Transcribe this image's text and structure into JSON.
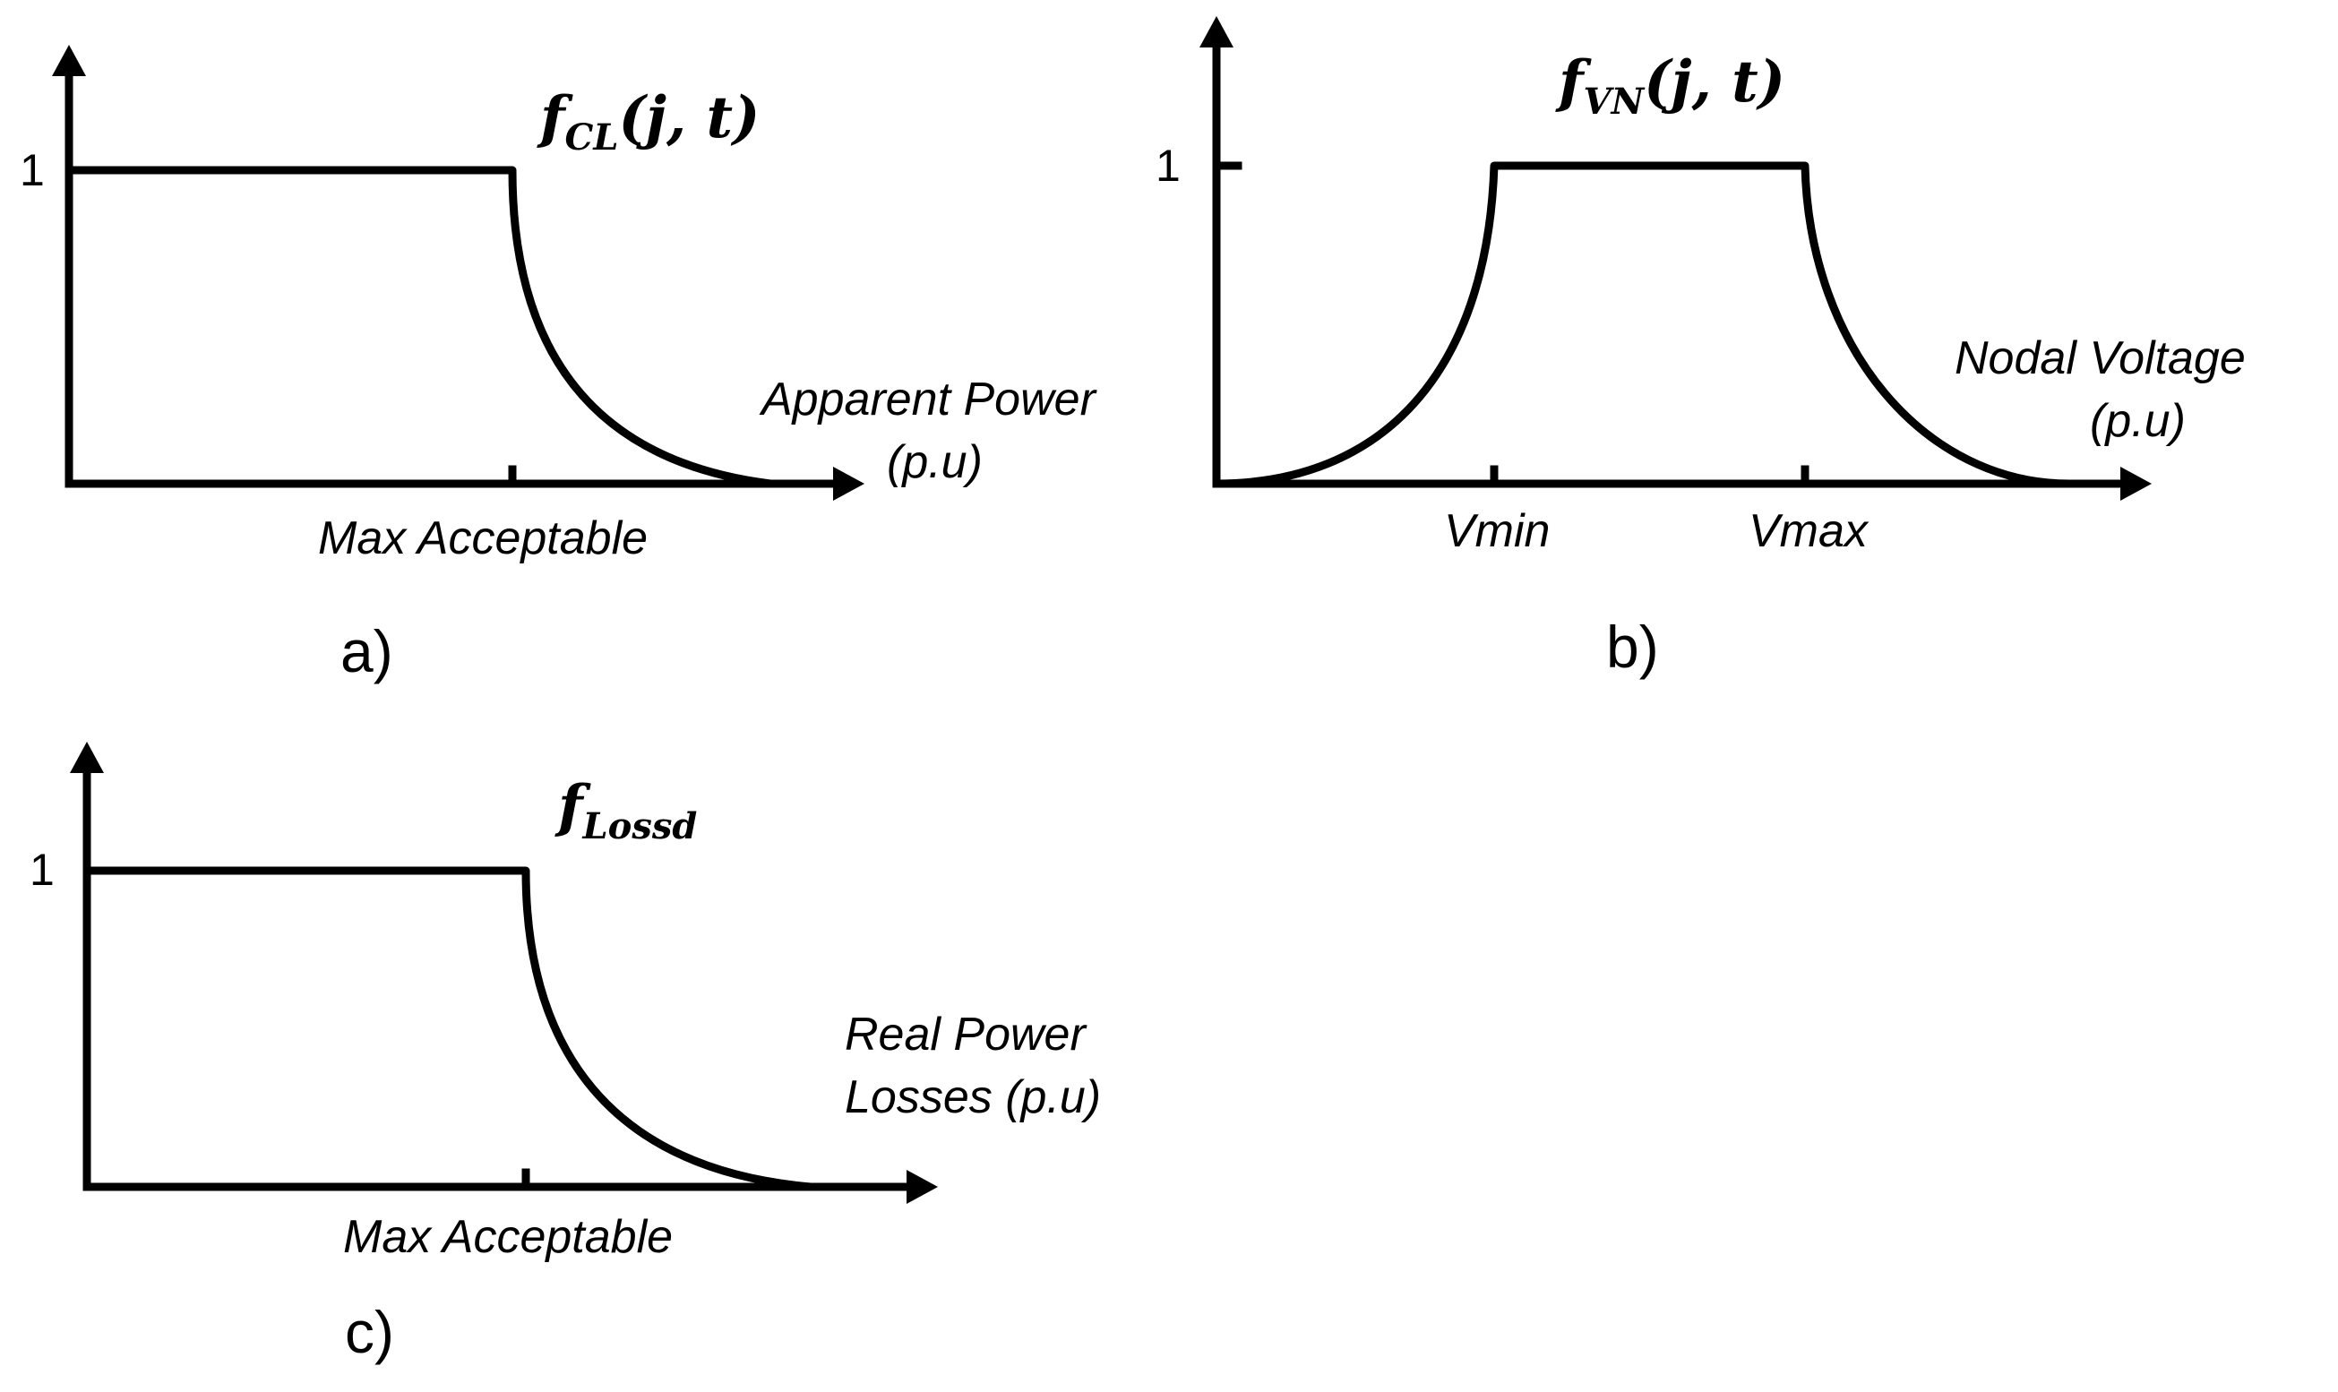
{
  "panels": {
    "a": {
      "tag": "a)",
      "func": {
        "name": "f",
        "sub": "CL",
        "args": "(j, t)"
      },
      "y_tick": "1",
      "x_label_line1": "Apparent Power",
      "x_label_line2": "(p.u)",
      "x_tick": "Max Acceptable"
    },
    "b": {
      "tag": "b)",
      "func": {
        "name": "f",
        "sub": "VN",
        "args": "(j, t)"
      },
      "y_tick": "1",
      "x_label_line1": "Nodal Voltage",
      "x_label_line2": "(p.u)",
      "x_tick_min": "Vmin",
      "x_tick_max": "Vmax"
    },
    "c": {
      "tag": "c)",
      "func": {
        "name": "f",
        "sub": "Lossd",
        "args": ""
      },
      "y_tick": "1",
      "x_label_line1": "Real Power",
      "x_label_line2": "Losses (p.u)",
      "x_tick": "Max Acceptable"
    }
  },
  "colors": {
    "ink": "#000000",
    "background": "#ffffff"
  }
}
